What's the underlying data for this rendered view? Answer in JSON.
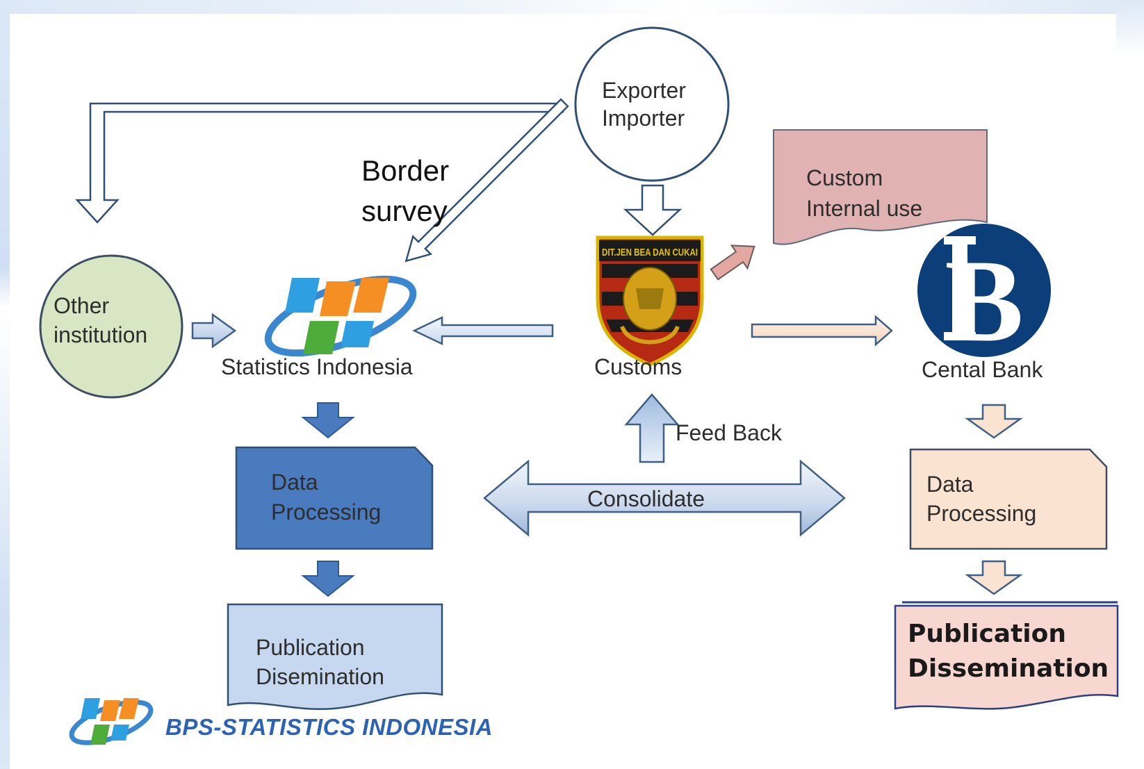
{
  "nodes": {
    "exporter": [
      "Exporter",
      "Importer"
    ],
    "custom_internal": [
      "Custom",
      "Internal use"
    ],
    "other_institution": [
      "Other",
      "institution"
    ],
    "statistics_indonesia": "Statistics Indonesia",
    "customs": "Customs",
    "customs_emblem_text": "DIT.JEN BEA DAN CUKAI",
    "central_bank": "Cental Bank",
    "bps_processing": [
      "Data",
      "Processing"
    ],
    "bps_publication": [
      "Publication",
      "Disemination"
    ],
    "bank_processing": [
      "Data",
      "Processing"
    ],
    "bank_publication": [
      "Publication",
      "Dissemination"
    ]
  },
  "edges": {
    "border_survey": [
      "Border",
      "survey"
    ],
    "feed_back": "Feed Back",
    "consolidate": "Consolidate"
  },
  "footer": {
    "brand": "BPS-STATISTICS INDONESIA"
  },
  "colors": {
    "bps_blue": "#4a7bbf",
    "bps_light_blue": "#c6d8ef",
    "bank_peach": "#fbe3d2",
    "pub_pink": "#f8d7d0",
    "custom_pink": "#e0b2b2",
    "other_green": "#d9e6c3",
    "bank_navy": "#0c3f7a",
    "brand_blue": "#2c62b5"
  }
}
